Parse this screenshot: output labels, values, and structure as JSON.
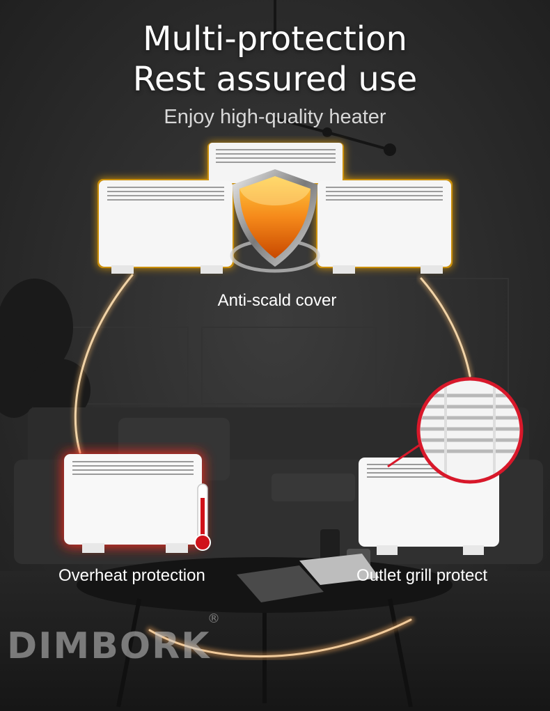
{
  "headline": {
    "line1": "Multi-protection",
    "line2": "Rest assured use",
    "subtitle": "Enjoy high-quality heater"
  },
  "features": {
    "top": "Anti-scald cover",
    "left": "Overheat protection",
    "right": "Outlet grill protect"
  },
  "brand": {
    "name": "DIMBORK",
    "mark": "®"
  },
  "colors": {
    "shield": "#f07a10",
    "glow_top": "#ffb000",
    "glow_left": "#ff2a1a",
    "zoom_ring": "#d8182a"
  }
}
